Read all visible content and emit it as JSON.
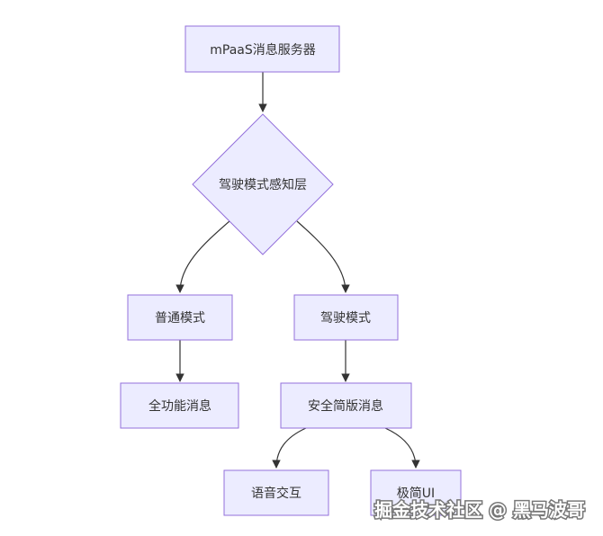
{
  "diagram": {
    "colors": {
      "node_fill": "#ECECFF",
      "node_stroke": "#9370DB",
      "edge": "#333333",
      "text": "#333333"
    },
    "nodes": {
      "server": {
        "label": "mPaaS消息服务器"
      },
      "perception": {
        "label": "驾驶模式感知层"
      },
      "normal": {
        "label": "普通模式"
      },
      "driving": {
        "label": "驾驶模式"
      },
      "full": {
        "label": "全功能消息"
      },
      "safe": {
        "label": "安全简版消息"
      },
      "voice": {
        "label": "语音交互"
      },
      "minimal": {
        "label": "极简UI"
      }
    }
  },
  "watermark": {
    "text": "掘金技术社区 @ 黑马波哥"
  }
}
